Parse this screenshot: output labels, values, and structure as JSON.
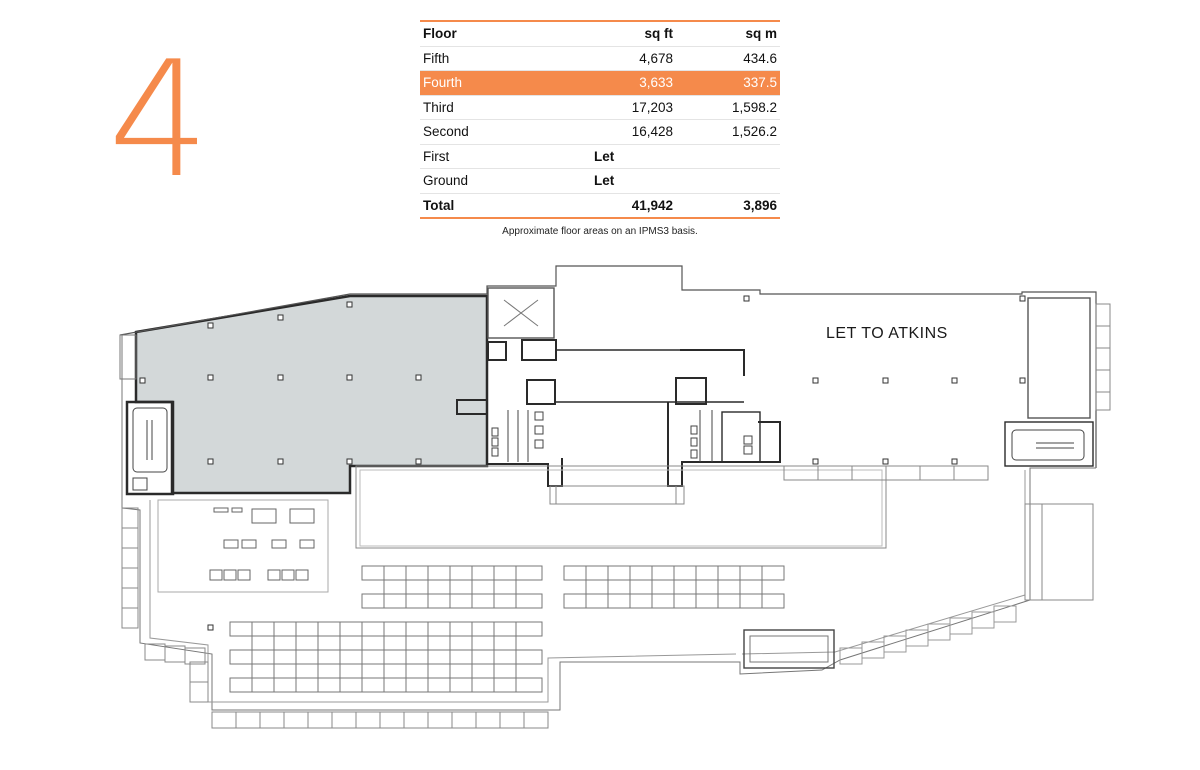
{
  "floor_number": "4",
  "colors": {
    "accent": "#f58a4b",
    "highlight_row": "#f58a4b",
    "available_area": "#d3d8d9",
    "wall": "#2a2a2a",
    "line": "#6e6e6e"
  },
  "table": {
    "headers": {
      "floor": "Floor",
      "sqft": "sq ft",
      "sqm": "sq m"
    },
    "rows": [
      {
        "floor": "Fifth",
        "sqft": "4,678",
        "sqm": "434.6",
        "highlight": false
      },
      {
        "floor": "Fourth",
        "sqft": "3,633",
        "sqm": "337.5",
        "highlight": true
      },
      {
        "floor": "Third",
        "sqft": "17,203",
        "sqm": "1,598.2",
        "highlight": false
      },
      {
        "floor": "Second",
        "sqft": "16,428",
        "sqm": "1,526.2",
        "highlight": false
      },
      {
        "floor": "First",
        "status": "Let",
        "highlight": false
      },
      {
        "floor": "Ground",
        "status": "Let",
        "highlight": false
      }
    ],
    "total": {
      "label": "Total",
      "sqft": "41,942",
      "sqm": "3,896"
    }
  },
  "note": "Approximate floor areas on an IPMS3 basis.",
  "plan": {
    "tenant_label": "LET TO ATKINS"
  }
}
